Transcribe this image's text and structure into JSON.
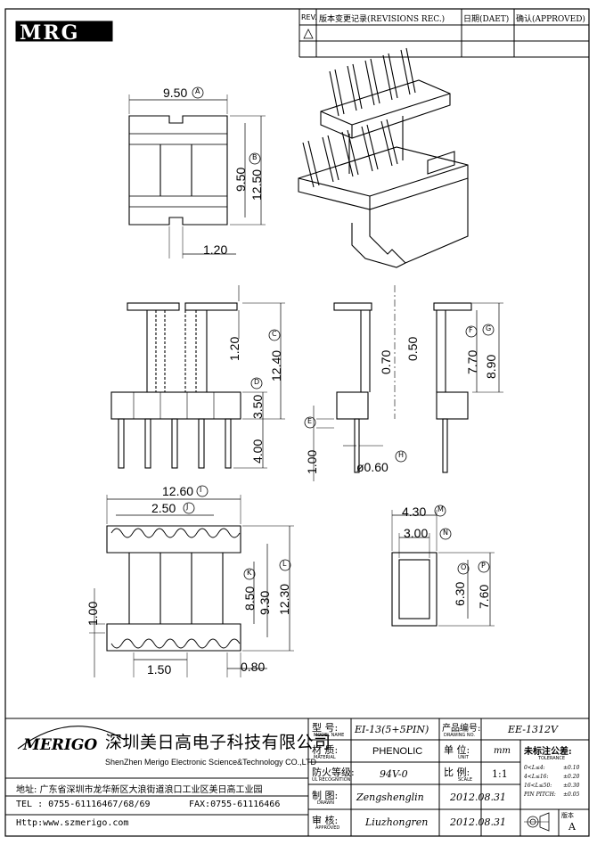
{
  "logo_text": "MRG",
  "revision_table": {
    "rev_header": "REV.",
    "record_header": "版本变更记录(REVISIONS REC.)",
    "date_header": "日期(DAET)",
    "approve_header": "确认(APPROVED)",
    "rev_symbol": "△1"
  },
  "dimensions": {
    "top_width": "9.50",
    "top_width_tag": "A",
    "top_h1": "9.50",
    "top_h2": "12.50",
    "top_h2_tag": "B",
    "top_gap": "1.20",
    "front_flange": "1.20",
    "front_height": "12.40",
    "front_height_tag": "C",
    "front_base": "3.50",
    "front_base_tag": "D",
    "front_pin": "4.00",
    "front_pin_offset": "1.00",
    "front_pin_offset_tag": "E",
    "side_wall1": "0.70",
    "side_wall2": "0.50",
    "side_h1": "7.70",
    "side_h1_tag": "F",
    "side_h2": "8.90",
    "side_h2_tag": "G",
    "pin_dia": "ø0.60",
    "pin_dia_tag": "H",
    "bottom_width": "12.60",
    "bottom_width_tag": "I",
    "bottom_slot": "2.50",
    "bottom_slot_tag": "J",
    "bottom_h1": "8.50",
    "bottom_h1_tag": "K",
    "bottom_h2": "9.30",
    "bottom_h3": "12.30",
    "bottom_h3_tag": "L",
    "bottom_left": "1.00",
    "bottom_pitch": "1.50",
    "bottom_edge": "0.80",
    "section_w1": "4.30",
    "section_w1_tag": "M",
    "section_w2": "3.00",
    "section_w2_tag": "N",
    "section_h1": "6.30",
    "section_h1_tag": "O",
    "section_h2": "7.60",
    "section_h2_tag": "P"
  },
  "title_block": {
    "company_logo": "MERIGO",
    "company_cn": "深圳美日高电子科技有限公司",
    "company_en": "ShenZhen Merigo Electronic Science&Technology CO.,LTD",
    "address": "地址: 广东省深圳市龙华新区大浪街道浪口工业区美日高工业园",
    "tel": "TEL : 0755-61116467/68/69",
    "fax": "FAX:0755-61116466",
    "web": "Http:www.szmerigo.com",
    "model_label": "型 号:",
    "model_label_en": "MODEL NAME",
    "model_value": "EI-13(5+5PIN)",
    "drawing_label": "产品编号:",
    "drawing_label_en": "DRAWING NO.",
    "drawing_value": "EE-1312V",
    "material_label": "材 质:",
    "material_label_en": "MATERIAL",
    "material_value": "PHENOLIC",
    "unit_label": "单 位:",
    "unit_label_en": "UNIT",
    "unit_value": "mm",
    "fire_label": "防火等级:",
    "fire_label_en": "UL RECOGNITION",
    "fire_value": "94V-0",
    "scale_label": "比 例:",
    "scale_label_en": "SCALE",
    "scale_value": "1:1",
    "drawn_label": "制 图:",
    "drawn_label_en": "DRAWN",
    "drawn_value": "Zengshenglin",
    "drawn_date": "2012.08.31",
    "approved_label": "审 核:",
    "approved_label_en": "APPROVED",
    "approved_value": "Liuzhongren",
    "approved_date": "2012.08.31",
    "tolerance_title": "未标注公差:",
    "tolerance_sub": "TOLERANCE",
    "tolerance_rows": [
      {
        "range": "0<L≤4:",
        "value": "±0.10"
      },
      {
        "range": "4<L≤16:",
        "value": "±0.20"
      },
      {
        "range": "16<L≤50:",
        "value": "±0.30"
      },
      {
        "range": "PIN PITCH:",
        "value": "±0.05"
      }
    ],
    "sheet_label": "版本",
    "sheet_value": "A"
  }
}
